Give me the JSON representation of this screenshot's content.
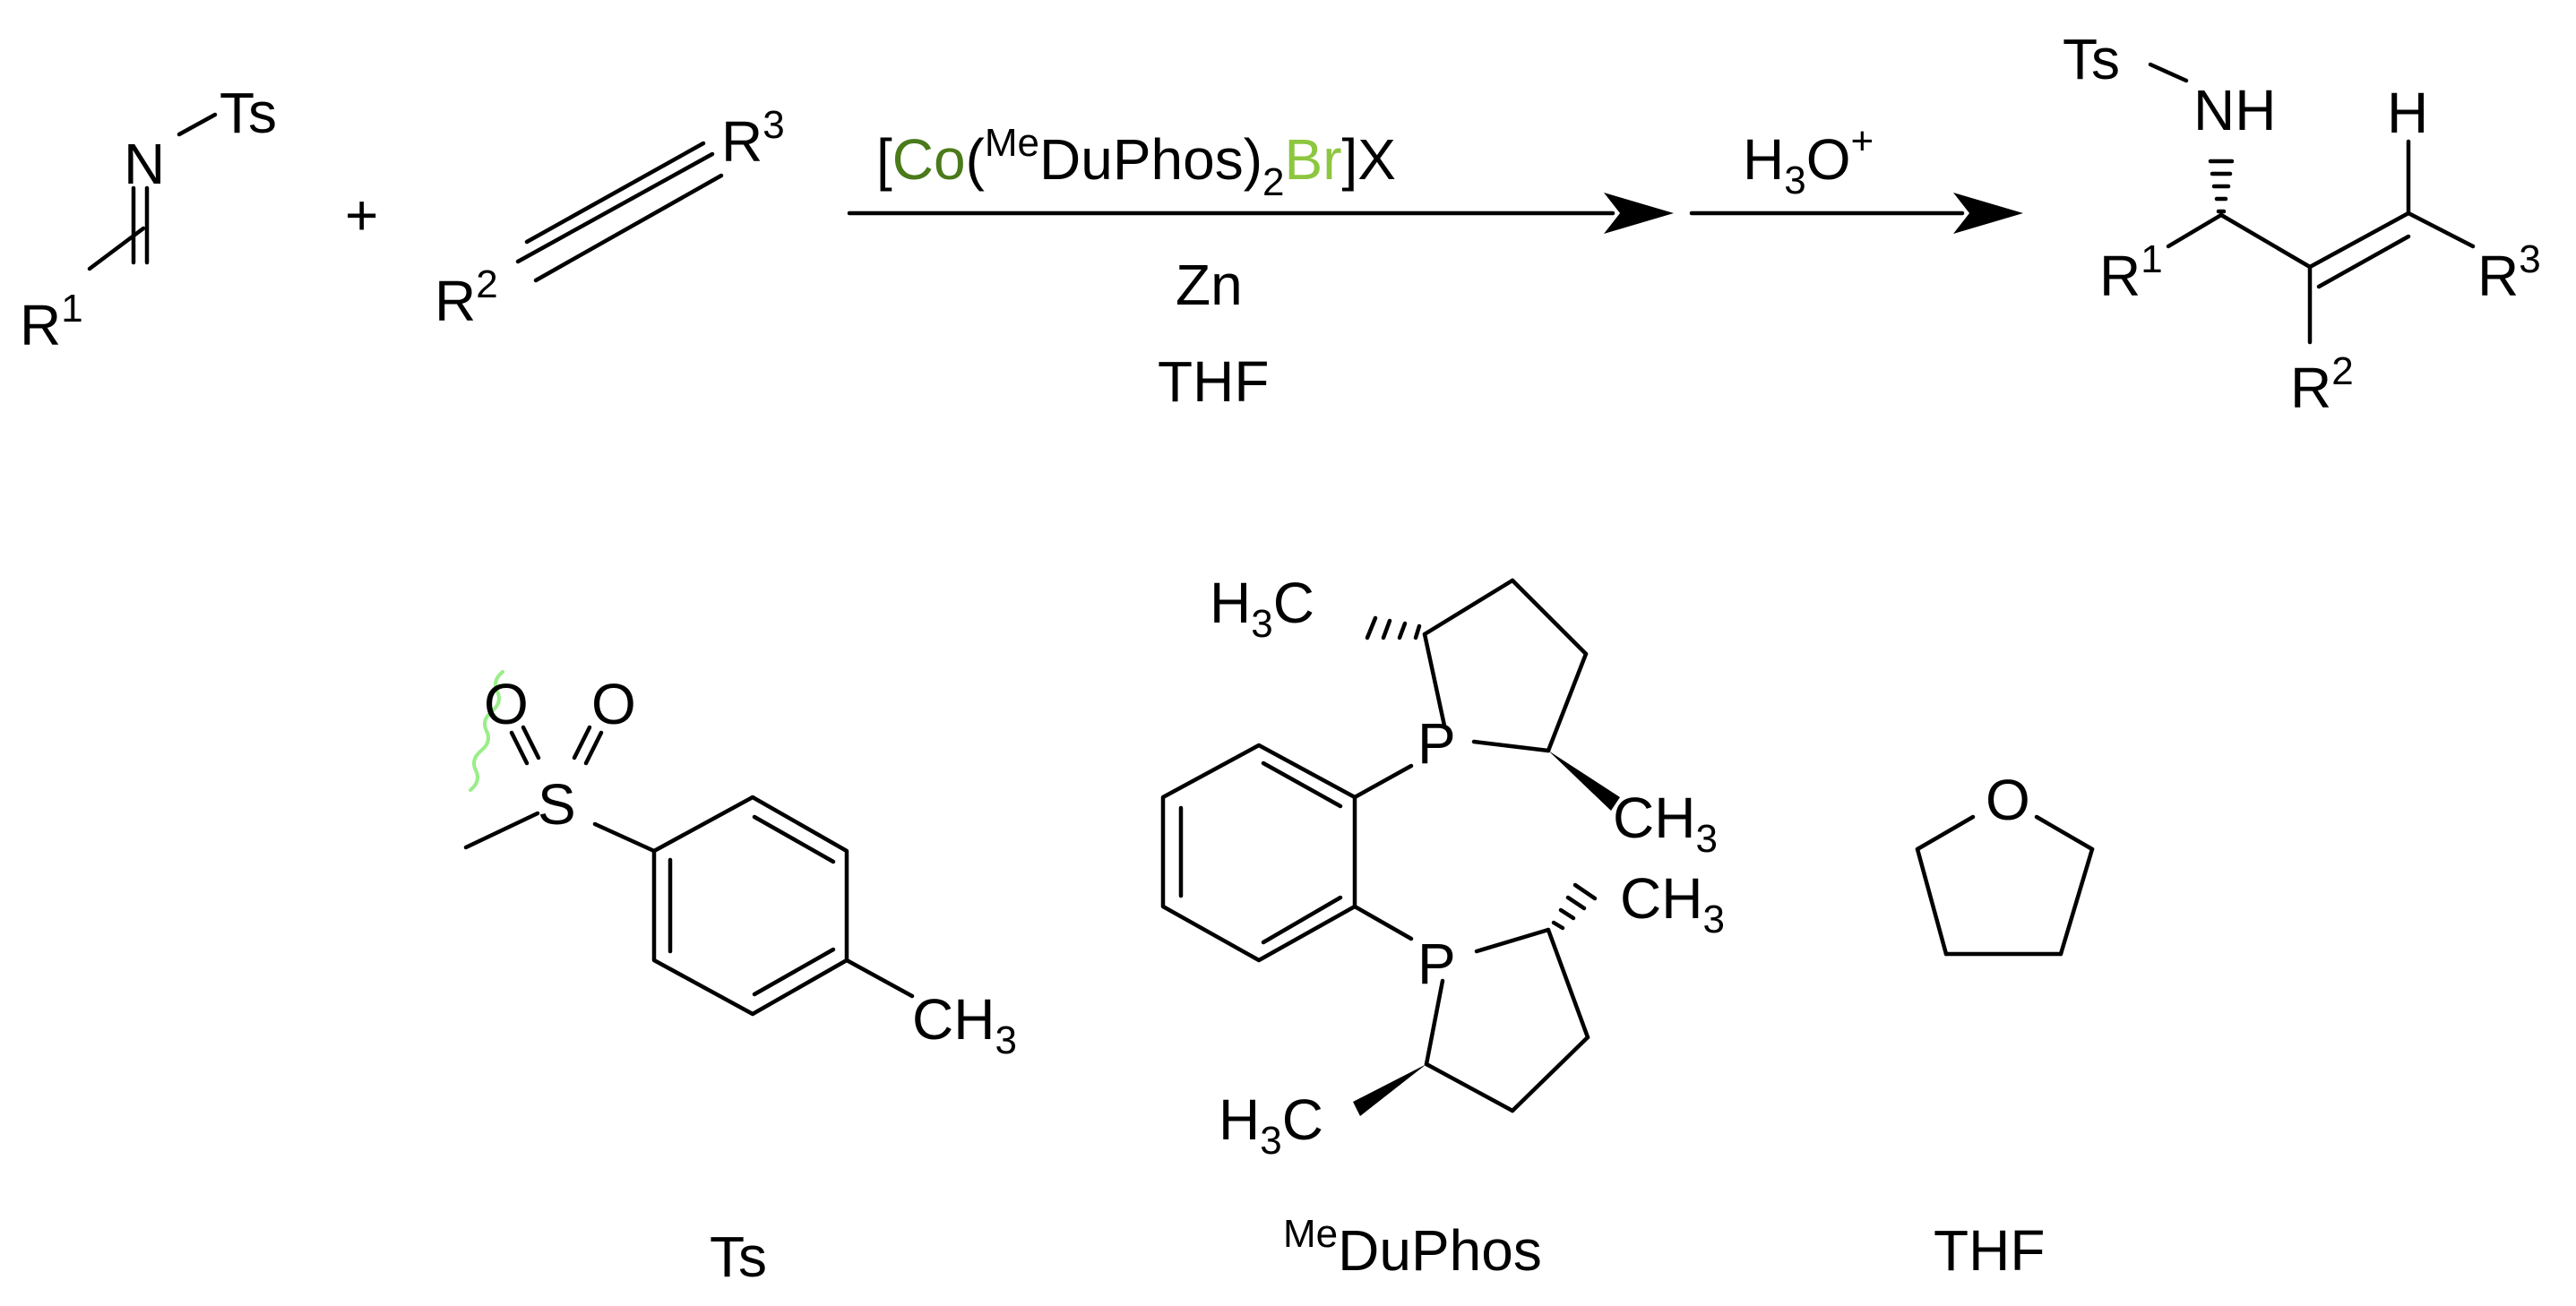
{
  "colors": {
    "nitrogen": "#2233ee",
    "oxygen": "#dd2200",
    "sulfur": "#c8c82c",
    "phosphorus": "#f2c12e",
    "cobalt": "#4a7a1a",
    "bromine": "#8dc63f",
    "zinc": "#6633ee",
    "wavy_bond": "#99ee88",
    "black": "#000000"
  },
  "reactant_imine": {
    "n": "N",
    "ts": "Ts",
    "r": "R",
    "r_sup": "1"
  },
  "plus": "+",
  "reactant_alkyne": {
    "r_top": "R",
    "r_top_sup": "3",
    "r_bottom": "R",
    "r_bottom_sup": "2"
  },
  "conditions_step1": {
    "bracket_open": "[",
    "co": "Co",
    "paren_open": "(",
    "me": "Me",
    "duphos": "DuPhos)",
    "sub2": "2",
    "br": "Br",
    "bracket_close": "]X",
    "zn": "Zn",
    "solvent": "THF"
  },
  "conditions_step2": {
    "h": "H",
    "h_sub": "3",
    "o": "O",
    "plus_sup": "+"
  },
  "product": {
    "ts": "Ts",
    "nh": "NH",
    "h": "H",
    "r1": "R",
    "r1_sup": "1",
    "r2": "R",
    "r2_sup": "2",
    "r3": "R",
    "r3_sup": "3"
  },
  "ts_structure": {
    "o_left": "O",
    "o_right": "O",
    "s": "S",
    "ch3": "CH",
    "ch3_sub": "3",
    "caption": "Ts"
  },
  "duphos_structure": {
    "p_top": "P",
    "p_bottom": "P",
    "h3c_top": "H",
    "h3c_top_sub": "3",
    "h3c_top_c": "C",
    "ch3_a": "CH",
    "ch3_a_sub": "3",
    "ch3_b": "CH",
    "ch3_b_sub": "3",
    "h3c_bottom": "H",
    "h3c_bottom_sub": "3",
    "h3c_bottom_c": "C",
    "caption_sup": "Me",
    "caption": "DuPhos"
  },
  "thf_structure": {
    "o": "O",
    "caption": "THF"
  }
}
